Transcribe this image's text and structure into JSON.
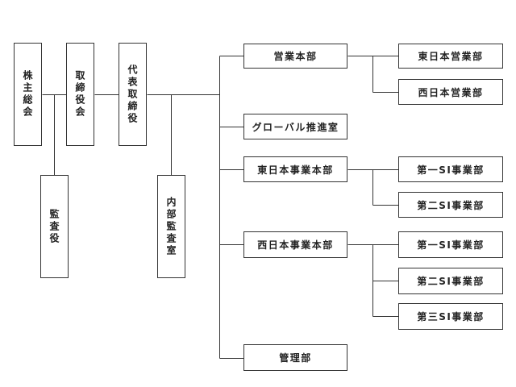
{
  "line_color": "#333333",
  "nodes": {
    "shareholders": "株主総会",
    "board": "取締役会",
    "auditor": "監査役",
    "ceo": "代表取締役",
    "internal_audit": "内部監査室",
    "sales": "営業本部",
    "east_sales": "東日本営業部",
    "west_sales": "西日本営業部",
    "global": "グローバル推進室",
    "east_biz": "東日本事業本部",
    "east_si1": "第一SI事業部",
    "east_si2": "第二SI事業部",
    "west_biz": "西日本事業本部",
    "west_si1": "第一SI事業部",
    "west_si2": "第二SI事業部",
    "west_si3": "第三SI事業部",
    "admin": "管理部"
  }
}
